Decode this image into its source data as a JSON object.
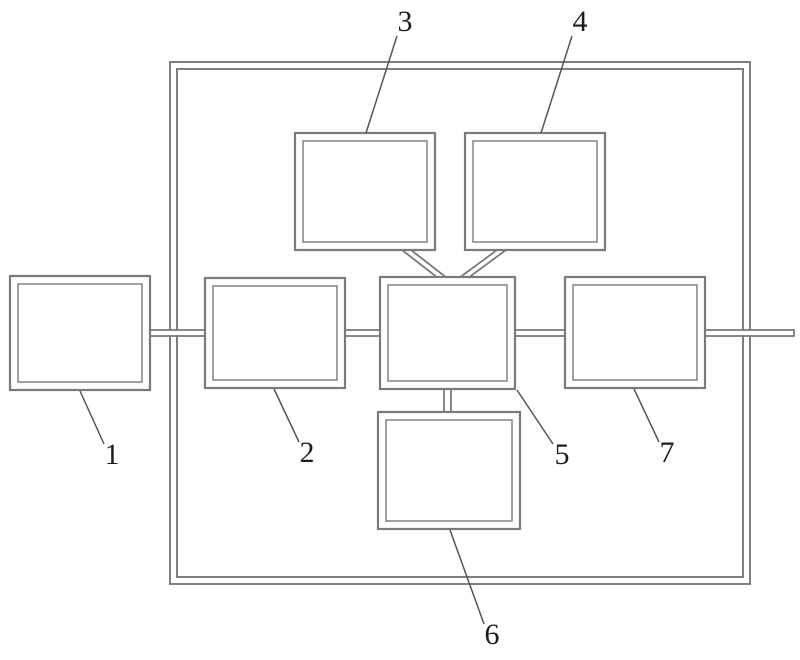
{
  "diagram": {
    "type": "block-diagram",
    "description": "Patent-style schematic with seven double-bordered component blocks inside/around a system boundary, linked by a horizontal bus, two diagonal connectors and one vertical connector",
    "callouts": [
      {
        "id": "1"
      },
      {
        "id": "2"
      },
      {
        "id": "3"
      },
      {
        "id": "4"
      },
      {
        "id": "5"
      },
      {
        "id": "6"
      },
      {
        "id": "7"
      }
    ],
    "colors": {
      "background": "#ffffff",
      "line": "#7a7a7a",
      "leader": "#555555",
      "label": "#1c1c1c"
    }
  }
}
